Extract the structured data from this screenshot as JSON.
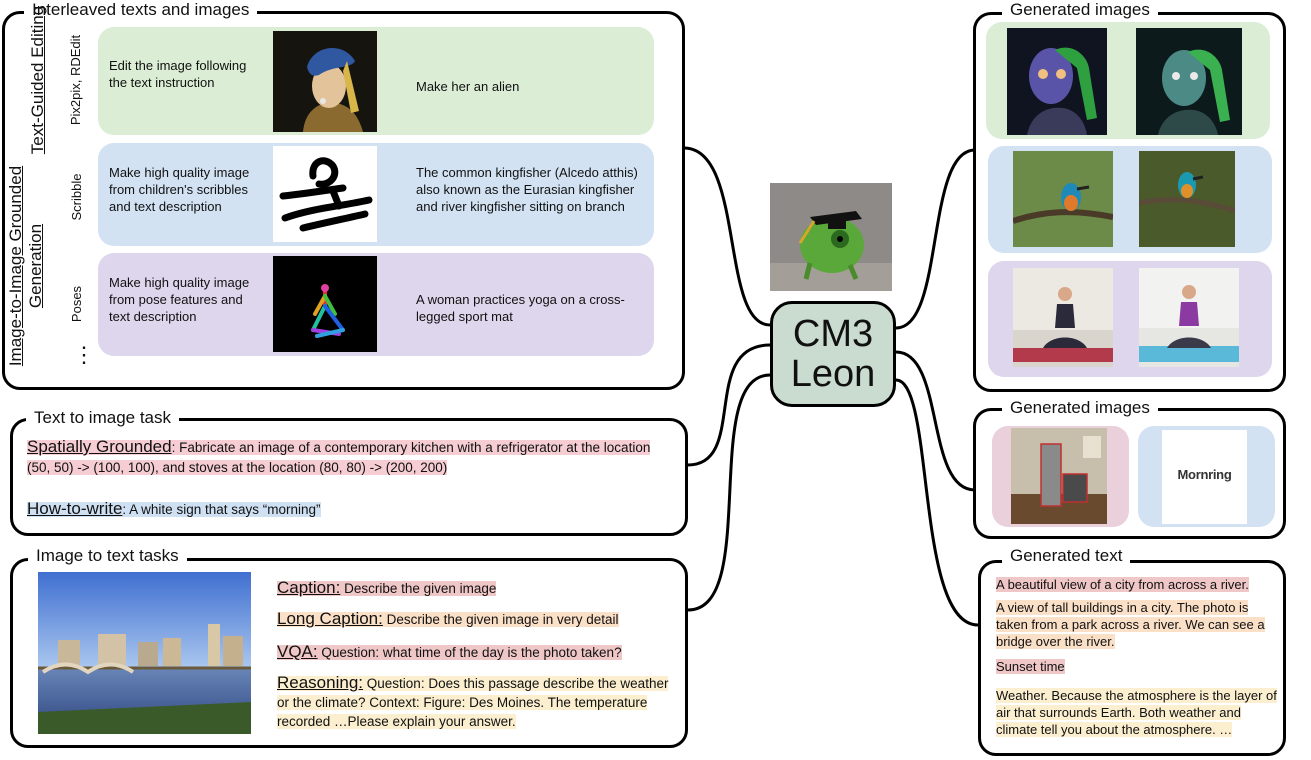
{
  "panels": {
    "interleaved": {
      "title": "Interleaved texts and images",
      "groups": {
        "editing": "Text-Guided Editing",
        "editing_sub": "Pix2pix, RDEdit",
        "grounded": "Image-to-Image Grounded Generation",
        "scribble": "Scribble",
        "poses": "Poses",
        "ellipsis": "⋮"
      },
      "rows": [
        {
          "instruction": "Edit the image following the text instruction",
          "prompt": "Make her an alien"
        },
        {
          "instruction": "Make high quality image from children's scribbles and text description",
          "prompt": "The common kingfisher (Alcedo atthis) also known as the Eurasian kingfisher and river kingfisher sitting on branch"
        },
        {
          "instruction": "Make high quality image from pose features and text description",
          "prompt": "A woman practices yoga on a cross-legged sport mat"
        }
      ]
    },
    "text_to_image": {
      "title": "Text to image task",
      "spatial_label": "Spatially Grounded",
      "spatial_text": ": Fabricate an image of a contemporary kitchen with a refrigerator at the location (50, 50) -> (100, 100), and stoves at the location (80, 80) -> (200, 200)",
      "howto_label": "How-to-write",
      "howto_text": ": A white sign that says “morning”"
    },
    "image_to_text": {
      "title": "Image to text tasks",
      "caption_label": "Caption:",
      "caption_text": "Describe the given image",
      "long_label": "Long Caption:",
      "long_text": "Describe the given image in very detail",
      "vqa_label": "VQA:",
      "vqa_text": "Question: what time of the day is the photo taken?",
      "reason_label": "Reasoning:",
      "reason_text": "Question: Does this passage describe the weather or the climate? Context: Figure: Des Moines. The temperature recorded …Please explain your answer."
    },
    "generated_images_top": {
      "title": "Generated images"
    },
    "generated_images_mid": {
      "title": "Generated images",
      "sign_text": "Mornring"
    },
    "generated_text": {
      "title": "Generated text",
      "items": [
        "A beautiful view of a city from across a river.",
        "A view of tall buildings in a city. The photo is taken from a park across a river. We can see a bridge over the river.",
        "Sunset time",
        "Weather. Because the atmosphere is the layer of air that surrounds Earth. Both weather and climate tell you about the atmosphere. …"
      ]
    }
  },
  "center": {
    "line1": "CM3",
    "line2": "Leon"
  },
  "colors": {
    "green": "#dbeed5",
    "blue": "#d2e2f3",
    "purple": "#ddd6ec",
    "pink": "#ead0db",
    "cm3": "#c9dccf"
  }
}
